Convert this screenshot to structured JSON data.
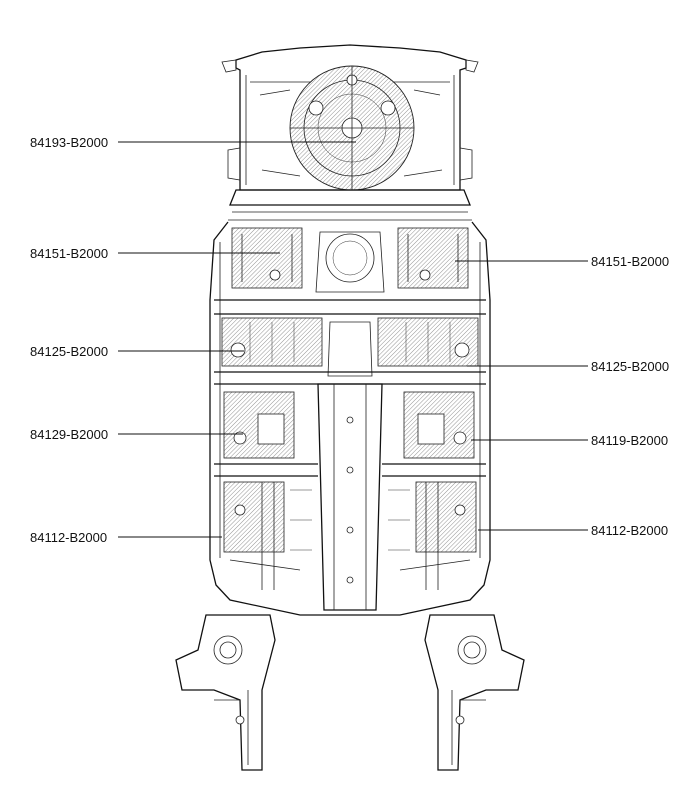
{
  "figure": {
    "labels": {
      "left": [
        "84193-B2000",
        "84151-B2000",
        "84125-B2000",
        "84129-B2000",
        "84112-B2000"
      ],
      "right": [
        "84151-B2000",
        "84125-B2000",
        "84119-B2000",
        "84112-B2000"
      ]
    },
    "pad_fill_pattern": "diagonal-hatch",
    "line_color": "#222222"
  }
}
